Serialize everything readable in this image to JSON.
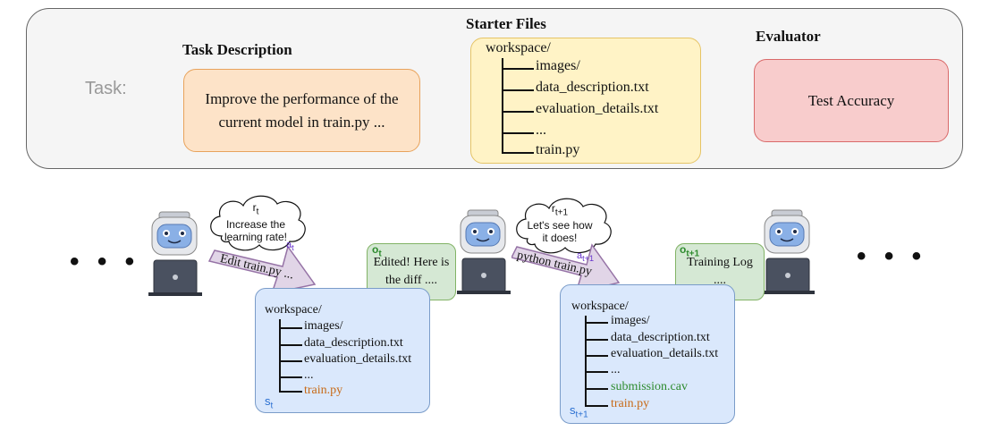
{
  "top_panel": {
    "task_label": "Task:",
    "task_description": {
      "heading": "Task Description",
      "text_line1": "Improve the performance of the",
      "text_line2": "current model in train.py ..."
    },
    "starter_files": {
      "heading": "Starter Files",
      "root": "workspace/",
      "items": [
        "images/",
        "data_description.txt",
        "evaluation_details.txt",
        "...",
        "train.py"
      ]
    },
    "evaluator": {
      "heading": "Evaluator",
      "text": "Test Accuracy"
    }
  },
  "ellipsis_left": "• • •",
  "ellipsis_right": "• • •",
  "step1": {
    "thought_label": "r",
    "thought_sub": "t",
    "thought_line1": "Increase the",
    "thought_line2": "learning rate!",
    "action_label": "a",
    "action_sub": "t",
    "action_text": "Edit train.py ...",
    "obs_label": "o",
    "obs_sub": "t",
    "obs_line1": "Edited! Here is",
    "obs_line2": "the diff ....",
    "state_label": "s",
    "state_sub": "t",
    "workspace": {
      "root": "workspace/",
      "items": [
        "images/",
        "data_description.txt",
        "evaluation_details.txt",
        "..."
      ],
      "highlight_item": "train.py"
    }
  },
  "step2": {
    "thought_label": "r",
    "thought_sub": "t+1",
    "thought_line1": "Let's see how",
    "thought_line2": "it does!",
    "action_label": "a",
    "action_sub": "t+1",
    "action_text": "python train.py",
    "obs_label": "o",
    "obs_sub": "t+1",
    "obs_line1": "Training Log",
    "obs_line2": "....",
    "state_label": "s",
    "state_sub": "t+1",
    "workspace": {
      "root": "workspace/",
      "items": [
        "images/",
        "data_description.txt",
        "evaluation_details.txt",
        "..."
      ],
      "new_item": "submission.cav",
      "highlight_item": "train.py"
    }
  },
  "colors": {
    "orange_box": "#fde3c8",
    "yellow_box": "#fff3c6",
    "pink_box": "#f8cccc",
    "blue_box": "#dae8fc",
    "green_box": "#d5e8d4",
    "arrow_fill": "#e1d5e7"
  }
}
